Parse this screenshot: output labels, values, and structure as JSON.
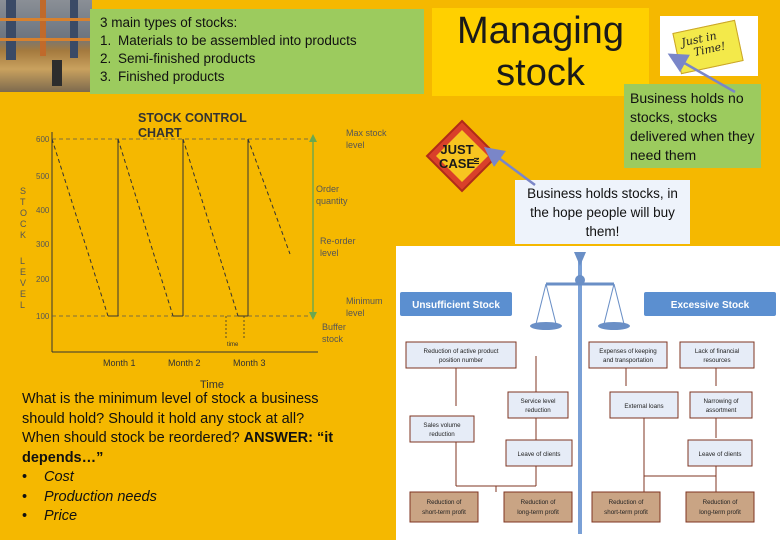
{
  "slide": {
    "title_line1": "Managing",
    "title_line2": "stock"
  },
  "stock_types": {
    "heading": "3 main types of stocks:",
    "items": [
      {
        "num": "1.",
        "text": "Materials to be assembled into products"
      },
      {
        "num": "2.",
        "text": "Semi-finished products"
      },
      {
        "num": "3.",
        "text": "Finished products"
      }
    ]
  },
  "jit": {
    "note_line1": "Just in",
    "note_line2": "Time!",
    "description": "Business holds no stocks, stocks delivered when they need them"
  },
  "jic": {
    "badge_line1": "JUST",
    "badge_in": "IN",
    "badge_line2": "CASE",
    "description": "Business holds stocks, in the hope people will buy them!"
  },
  "stock_chart": {
    "title_line1": "STOCK CONTROL",
    "title_line2": "CHART",
    "ylabel_letters": [
      "S",
      "T",
      "O",
      "C",
      "K",
      "",
      "L",
      "E",
      "V",
      "E",
      "L"
    ],
    "yticks": [
      "600",
      "500",
      "400",
      "300",
      "200",
      "100"
    ],
    "xticks": [
      "Month 1",
      "Month 2",
      "Month 3"
    ],
    "xlabel": "Time",
    "time_label": "time",
    "labels": {
      "max_l1": "Max stock",
      "max_l2": "level",
      "order_l1": "Order",
      "order_l2": "quantity",
      "reorder_l1": "Re-order",
      "reorder_l2": "level",
      "min_l1": "Minimum",
      "min_l2": "level",
      "buffer_l1": "Buffer",
      "buffer_l2": "stock"
    }
  },
  "question": {
    "line1": "What is the minimum level of stock a business",
    "line2": "should hold? Should it hold any stock at all?",
    "line3_a": "When should stock be reordered? ",
    "line3_b": "ANSWER: “it",
    "line4": "depends…”",
    "bullets": [
      "Cost",
      "Production needs",
      "Price"
    ],
    "bullet_char": "•"
  },
  "diagram": {
    "insufficient": "Unsufficient Stock",
    "excessive": "Excessive Stock",
    "boxes": {
      "reduction_active_l1": "Reduction of active product",
      "reduction_active_l2": "position number",
      "expenses_l1": "Expenses of keeping",
      "expenses_l2": "and transportation",
      "lack_l1": "Lack of financial",
      "lack_l2": "resources",
      "service_l1": "Service level",
      "service_l2": "reduction",
      "external": "External loans",
      "narrowing_l1": "Narrowing of",
      "narrowing_l2": "assortment",
      "sales_l1": "Sales volume",
      "sales_l2": "reduction",
      "leave1": "Leave of clients",
      "leave2": "Leave of clients",
      "short1_l1": "Reduction of",
      "short1_l2": "short-term profit",
      "long1_l1": "Reduction of",
      "long1_l2": "long-term profit",
      "short2_l1": "Reduction of",
      "short2_l2": "short-term profit",
      "long2_l1": "Reduction of",
      "long2_l2": "long-term profit"
    }
  },
  "colors": {
    "background": "#f5b800",
    "green_box": "#9ccb5e",
    "title_box": "#ffd000",
    "header_blue": "#5b8fd0",
    "box_fill": "#e6ecf7",
    "box_border": "#7f3522",
    "profit_fill": "#c9a484"
  }
}
